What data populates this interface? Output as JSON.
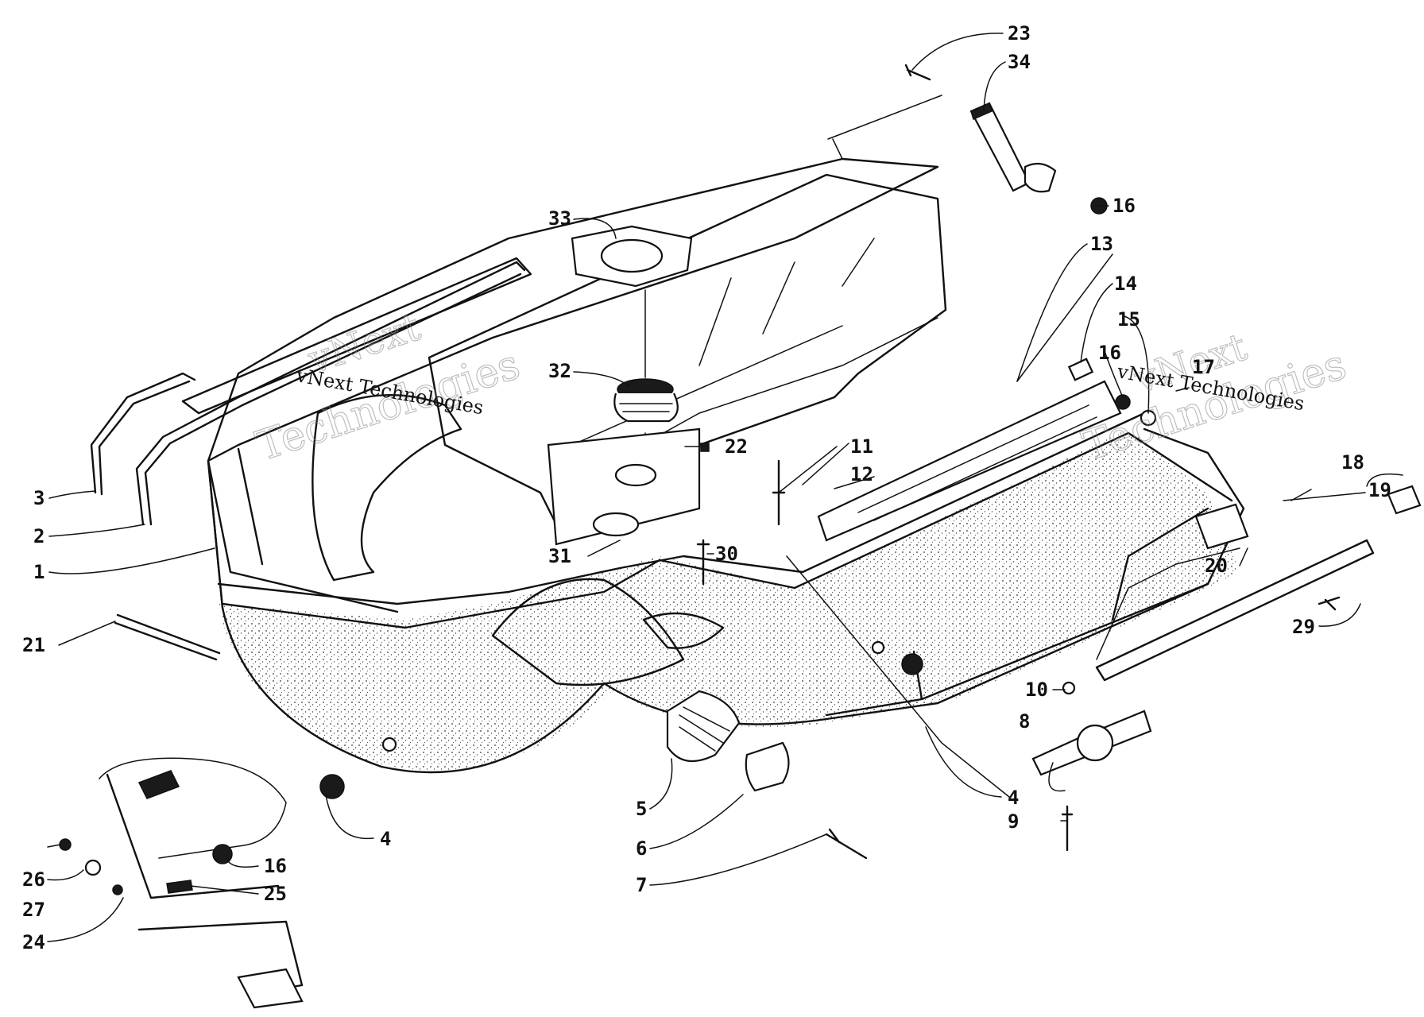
{
  "callouts": [
    {
      "id": "c1",
      "label": "1"
    },
    {
      "id": "c2",
      "label": "2"
    },
    {
      "id": "c3",
      "label": "3"
    },
    {
      "id": "c4a",
      "label": "4"
    },
    {
      "id": "c4b",
      "label": "4"
    },
    {
      "id": "c5",
      "label": "5"
    },
    {
      "id": "c6",
      "label": "6"
    },
    {
      "id": "c7",
      "label": "7"
    },
    {
      "id": "c8",
      "label": "8"
    },
    {
      "id": "c9",
      "label": "9"
    },
    {
      "id": "c10",
      "label": "10"
    },
    {
      "id": "c11",
      "label": "11"
    },
    {
      "id": "c12",
      "label": "12"
    },
    {
      "id": "c13",
      "label": "13"
    },
    {
      "id": "c14",
      "label": "14"
    },
    {
      "id": "c15",
      "label": "15"
    },
    {
      "id": "c16a",
      "label": "16"
    },
    {
      "id": "c16b",
      "label": "16"
    },
    {
      "id": "c16c",
      "label": "16"
    },
    {
      "id": "c17",
      "label": "17"
    },
    {
      "id": "c18",
      "label": "18"
    },
    {
      "id": "c19",
      "label": "19"
    },
    {
      "id": "c20",
      "label": "20"
    },
    {
      "id": "c21",
      "label": "21"
    },
    {
      "id": "c22",
      "label": "22"
    },
    {
      "id": "c23",
      "label": "23"
    },
    {
      "id": "c24",
      "label": "24"
    },
    {
      "id": "c25",
      "label": "25"
    },
    {
      "id": "c26",
      "label": "26"
    },
    {
      "id": "c27",
      "label": "27"
    },
    {
      "id": "c29",
      "label": "29"
    },
    {
      "id": "c30",
      "label": "30"
    },
    {
      "id": "c31",
      "label": "31"
    },
    {
      "id": "c32",
      "label": "32"
    },
    {
      "id": "c33",
      "label": "33"
    },
    {
      "id": "c34",
      "label": "34"
    }
  ],
  "watermark": {
    "left_line1": "vNext",
    "left_line2": "Technologies",
    "center": "vNext Technologies",
    "right_line1": "vNext",
    "right_line2": "Technologies",
    "right_small": "vNext Technologies"
  }
}
